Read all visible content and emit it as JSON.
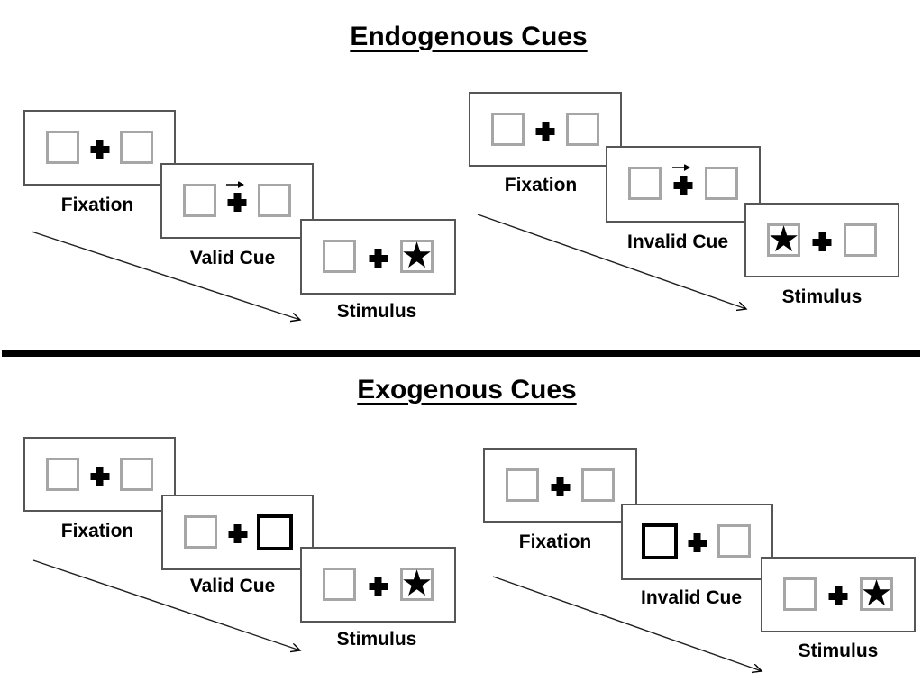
{
  "figure": {
    "description": "Posner attention cueing task schematic with endogenous and exogenous cue trial sequences",
    "colors": {
      "background": "#ffffff",
      "panel_border": "#565656",
      "box_border": "#a6a6a6",
      "ink": "#000000"
    }
  },
  "glyphs": {
    "star": "★"
  },
  "sections": [
    {
      "title": "Endogenous Cues",
      "quadrants": [
        {
          "name": "valid-trial",
          "panels": [
            {
              "label": "Fixation",
              "type": "fixation"
            },
            {
              "label": "Valid Cue",
              "type": "endogenous-cue",
              "cue": "central-arrow-right"
            },
            {
              "label": "Stimulus",
              "type": "stimulus",
              "target_side": "right"
            }
          ]
        },
        {
          "name": "invalid-trial",
          "panels": [
            {
              "label": "Fixation",
              "type": "fixation"
            },
            {
              "label": "Invalid Cue",
              "type": "endogenous-cue",
              "cue": "central-arrow-right"
            },
            {
              "label": "Stimulus",
              "type": "stimulus",
              "target_side": "left"
            }
          ]
        }
      ]
    },
    {
      "title": "Exogenous Cues",
      "quadrants": [
        {
          "name": "valid-trial",
          "panels": [
            {
              "label": "Fixation",
              "type": "fixation"
            },
            {
              "label": "Valid Cue",
              "type": "exogenous-cue",
              "cue": "highlighted-box-right"
            },
            {
              "label": "Stimulus",
              "type": "stimulus",
              "target_side": "right"
            }
          ]
        },
        {
          "name": "invalid-trial",
          "panels": [
            {
              "label": "Fixation",
              "type": "fixation"
            },
            {
              "label": "Invalid Cue",
              "type": "exogenous-cue",
              "cue": "highlighted-box-left"
            },
            {
              "label": "Stimulus",
              "type": "stimulus",
              "target_side": "right"
            }
          ]
        }
      ]
    }
  ]
}
